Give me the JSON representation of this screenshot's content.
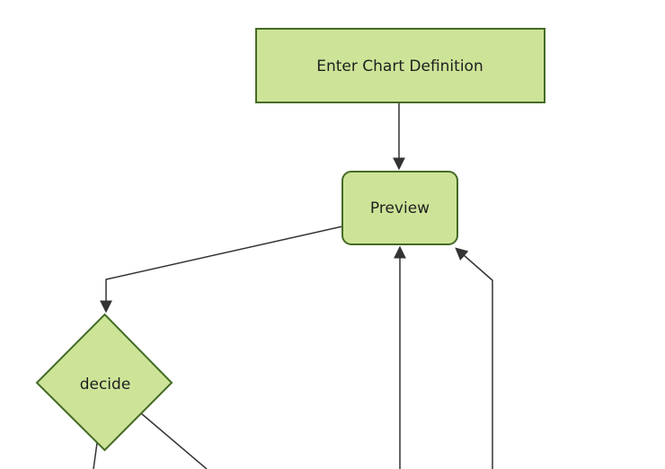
{
  "diagram": {
    "type": "flowchart",
    "direction": "top-down",
    "background_color": "#ffffff",
    "colors": {
      "node_fill": "#cde498",
      "node_border": "#446b26",
      "edge_line": "#333333",
      "arrowhead": "#333333",
      "label_text": "#1f1f1f"
    },
    "nodes": [
      {
        "id": "enter-chart-definition",
        "label": "Enter Chart Definition",
        "shape": "rectangle"
      },
      {
        "id": "preview",
        "label": "Preview",
        "shape": "rounded-rectangle"
      },
      {
        "id": "decide",
        "label": "decide",
        "shape": "diamond"
      }
    ],
    "edges": [
      {
        "from": "enter-chart-definition",
        "to": "preview",
        "arrowhead": true,
        "visibility": "fully-visible"
      },
      {
        "from": "preview",
        "to": "decide",
        "arrowhead": true,
        "visibility": "fully-visible"
      },
      {
        "from": "offscreen-bottom",
        "to": "preview",
        "arrowhead": true,
        "visibility": "cropped-at-bottom"
      },
      {
        "from": "offscreen-bottom",
        "to": "preview",
        "arrowhead": true,
        "visibility": "cropped-at-bottom"
      },
      {
        "from": "decide",
        "to": "offscreen-bottom-left",
        "arrowhead": false,
        "visibility": "cropped-at-bottom"
      },
      {
        "from": "decide",
        "to": "offscreen-bottom-right",
        "arrowhead": false,
        "visibility": "cropped-at-bottom"
      }
    ]
  }
}
